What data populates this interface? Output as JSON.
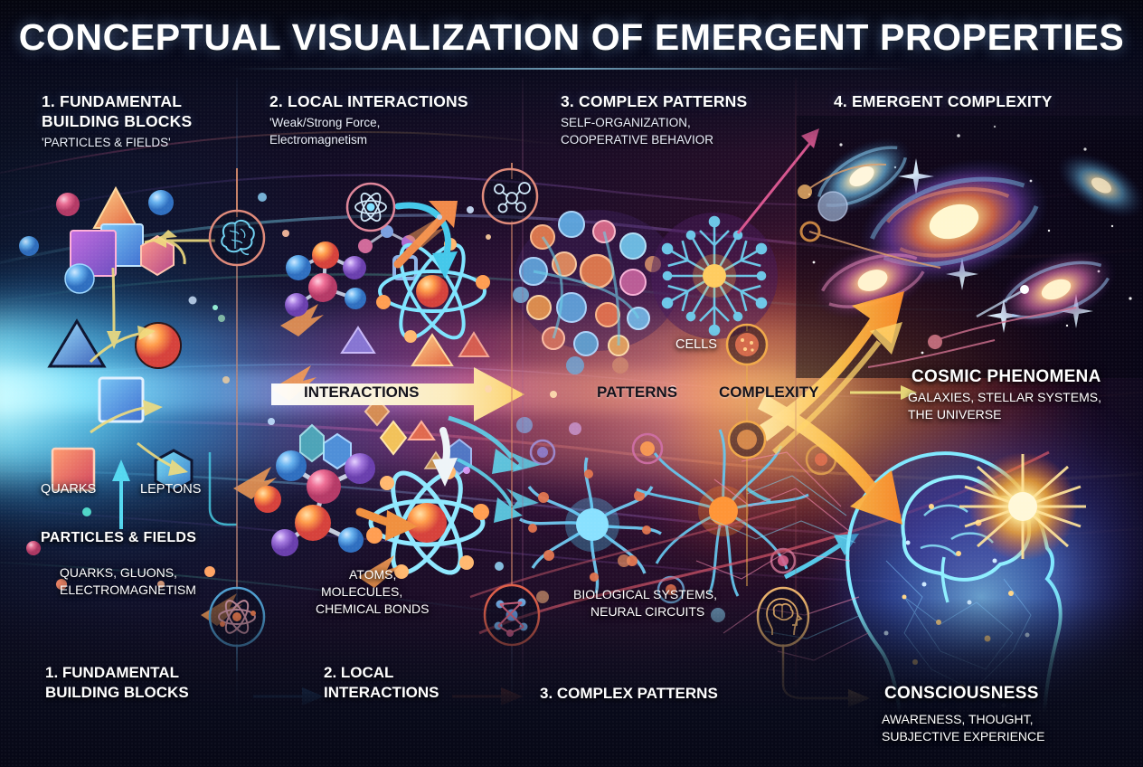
{
  "title": "CONCEPTUAL VISUALIZATION OF EMERGENT PROPERTIES",
  "columns": [
    {
      "title_line1": "1. FUNDAMENTAL",
      "title_line2": "BUILDING BLOCKS",
      "subtitle": "'PARTICLES & FIELDS'"
    },
    {
      "title_line1": "2. LOCAL INTERACTIONS",
      "title_line2": "",
      "subtitle_line1": "'Weak/Strong Force,",
      "subtitle_line2": "Electromagnetism"
    },
    {
      "title_line1": "3. COMPLEX PATTERNS",
      "title_line2": "",
      "subtitle_line1": "SELF-ORGANIZATION,",
      "subtitle_line2": "COOPERATIVE BEHAVIOR"
    },
    {
      "title_line1": "4. EMERGENT COMPLEXITY",
      "title_line2": "",
      "subtitle": ""
    }
  ],
  "scene_labels": {
    "quarks": "QUARKS",
    "leptons": "LEPTONS",
    "particles_fields_heading": "PARTICLES & FIELDS",
    "particles_fields_body_line1": "QUARKS, GLUONS,",
    "particles_fields_body_line2": "ELECTROMAGNETISM",
    "atoms_line1": "ATOMS,",
    "atoms_line2": "MOLECULES,",
    "atoms_line3": "CHEMICAL BONDS",
    "cells": "CELLS",
    "biological_line1": "BIOLOGICAL SYSTEMS,",
    "biological_line2": "NEURAL CIRCUITS",
    "cosmic_heading": "COSMIC PHENOMENA",
    "cosmic_body_line1": "GALAXIES, STELLAR SYSTEMS,",
    "cosmic_body_line2": "THE UNIVERSE",
    "consciousness_heading": "CONSCIOUSNESS",
    "consciousness_body_line1": "AWARENESS, THOUGHT,",
    "consciousness_body_line2": "SUBJECTIVE EXPERIENCE"
  },
  "beam_labels": {
    "interactions": "INTERACTIONS",
    "patterns": "PATTERNS",
    "complexity": "COMPLEXITY"
  },
  "bottom_flow": [
    {
      "line1": "1. FUNDAMENTAL",
      "line2": "BUILDING BLOCKS"
    },
    {
      "line1": "2. LOCAL",
      "line2": "INTERACTIONS"
    },
    {
      "line1": "3. COMPLEX PATTERNS",
      "line2": ""
    }
  ],
  "icons": {
    "brain_circle": "brain-icon",
    "atom_circle_top": "atom-icon",
    "molecule_circle_top": "molecule-icon",
    "atom_circle_bottom": "atom-icon",
    "molecule_circle_bottom": "molecule-icon",
    "head_circle_bottom": "head-brain-icon",
    "cell_circle_small": "cell-icon"
  },
  "colors": {
    "background": "#080a18",
    "beam_start": "#bdfcff",
    "beam_mid": "#d26ee6",
    "beam_end": "#ffd76e",
    "accent_gold": "#f5c06a",
    "accent_cyan": "#5ad8f0",
    "accent_red": "#e0553f",
    "text": "#ffffff"
  }
}
